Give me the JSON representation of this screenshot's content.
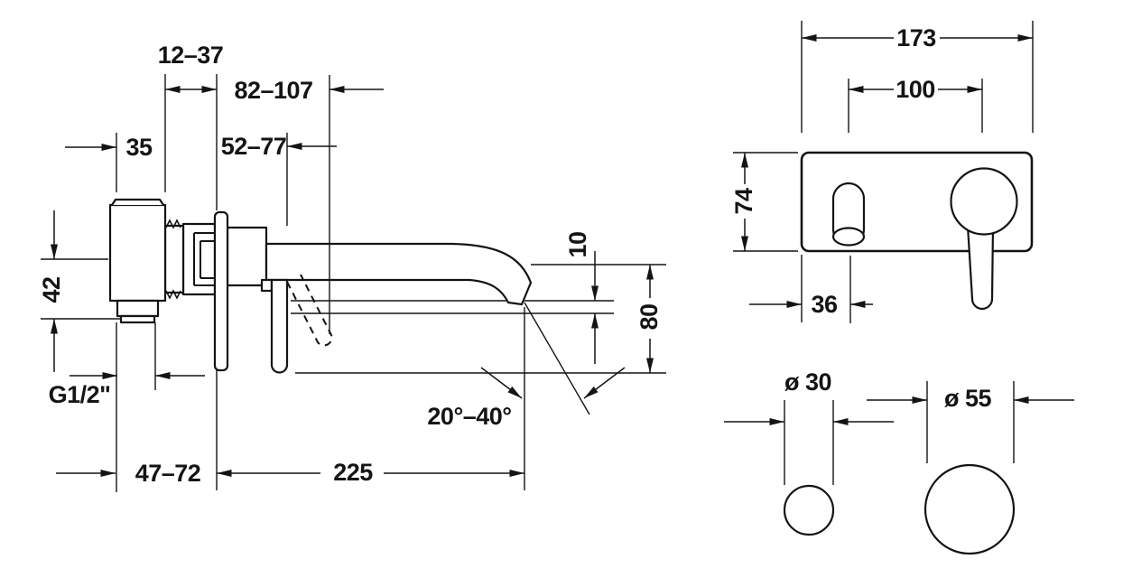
{
  "side": {
    "wall_adjust_range": "12–37",
    "handle_projection_range": "82–107",
    "body_width": "35",
    "outlet_projection_range": "52–77",
    "body_height": "42",
    "thread_size": "G1/2\"",
    "inlet_offset_range": "47–72",
    "spout_reach": "225",
    "spout_angle_range": "20°–40°",
    "aerator_drop": "10",
    "outlet_height": "80"
  },
  "front": {
    "plate_width": "173",
    "hole_centers": "100",
    "plate_height": "74",
    "spout_center_offset": "36"
  },
  "cutouts": {
    "small_diameter": "ø 30",
    "large_diameter": "ø 55"
  }
}
